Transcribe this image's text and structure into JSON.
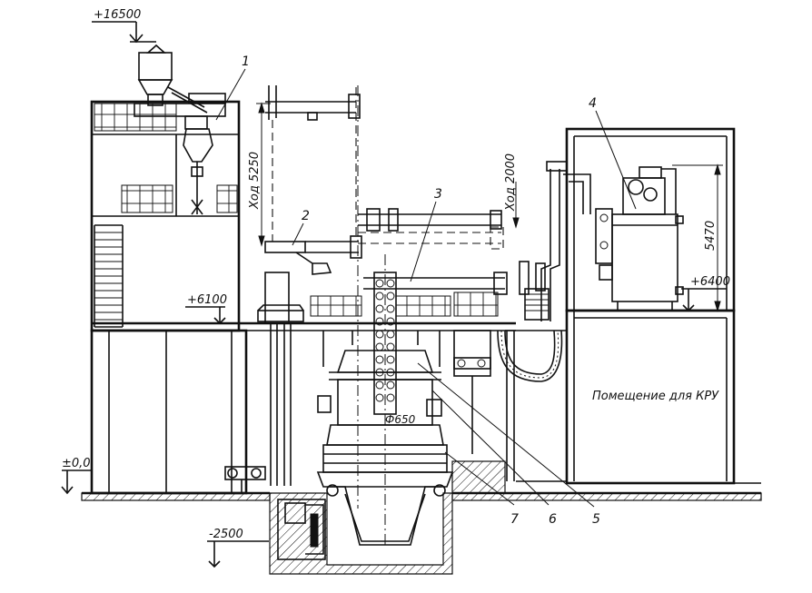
{
  "elevations": {
    "top": "+16500",
    "floor": "+6100",
    "transformer_floor": "+6400",
    "zero": "±0,0",
    "pit": "-2500"
  },
  "dimensions": {
    "electrode_stroke": "Ход 5250",
    "stroke_2": "Ход 2000",
    "transformer_height": "5470",
    "diameter": "Ф650"
  },
  "room_label": "Помещение для КРУ",
  "callouts": [
    "1",
    "2",
    "3",
    "4",
    "5",
    "6",
    "7"
  ]
}
